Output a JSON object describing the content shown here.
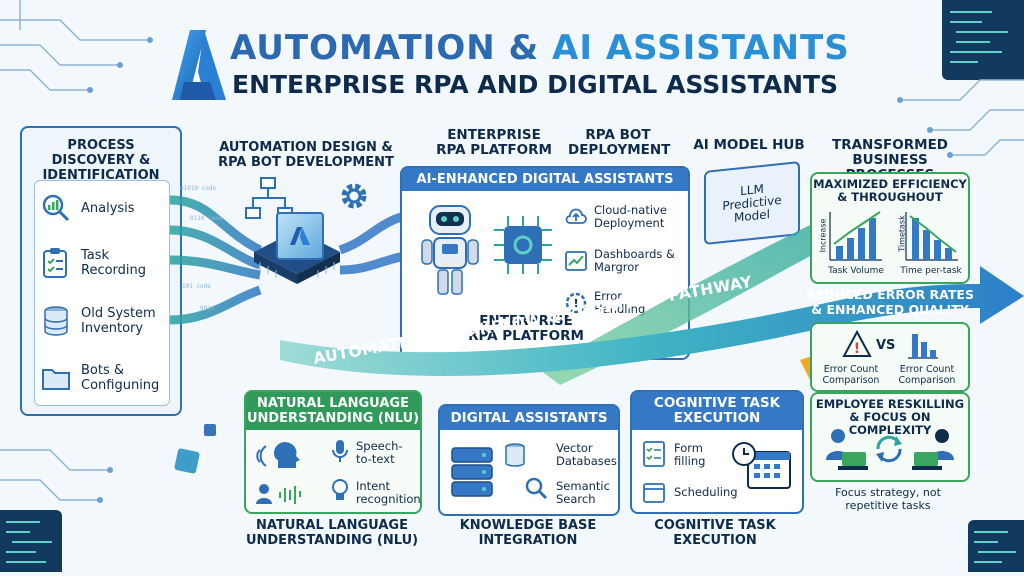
{
  "header": {
    "title_part1": "AUTOMATION & ",
    "title_part2": "AI ASSISTANTS",
    "subtitle": "ENTERPRISE RPA AND DIGITAL ASSISTANTS"
  },
  "process_discovery": {
    "title": "PROCESS DISCOVERY & IDENTIFICATION",
    "items": [
      "Analysis",
      "Task Recording",
      "Old System Inventory",
      "Bots & Configuning"
    ]
  },
  "stage_labels": {
    "automation_design": "AUTOMATION DESIGN & RPA BOT DEVELOPMENT",
    "enterprise_rpa_platform": "ENTERPRISE RPA PLATFORM",
    "rpa_bot_deployment": "RPA BOT DEPLOYMENT",
    "ai_model_hub": "AI MODEL HUB",
    "transformed_business": "TRANSFORMED BUSINESS PROCESSES"
  },
  "ai_assistants_panel": {
    "title": "AI-ENHANCED DIGITAL ASSISTANTS",
    "items": [
      "Cloud-native Deployment",
      "Dashboards & Margror",
      "Error Handling"
    ],
    "footer": "ENTERPRISE RPA PLATFORM"
  },
  "model_hub": {
    "label": "LLM Predictive Model"
  },
  "pathway": {
    "label": "AUTOMATION WORKFLOW & COGNITIVE PATHWAY"
  },
  "transformed": {
    "efficiency_title": "MAXIMIZED EFFICIENCY & THROUGHOUT",
    "chart1_axis": "Increase",
    "chart1_label": "Task Volume",
    "chart2_axis": "Timetask",
    "chart2_label": "Time per-task",
    "error_title": "REDUCED ERROR RATES & ENHANCED QUALITY",
    "vs": "VS",
    "error_left": "Error Count Comparison",
    "error_right": "Error Count Comparison",
    "reskill_title": "EMPLOYEE RESKILLING & FOCUS ON COMPLEXITY",
    "reskill_caption": "Focus strategy, not repetitive tasks"
  },
  "nlu_panel": {
    "title": "NATURAL LANGUAGE UNDERSTANDING (NLU)",
    "items": [
      "Speech-to-text",
      "Intent recognition"
    ],
    "footer": "NATURAL LANGUAGE UNDERSTANDING (NLU)"
  },
  "digital_assistants_panel": {
    "title": "DIGITAL ASSISTANTS",
    "items": [
      "Vector Databases",
      "Semantic Search"
    ],
    "footer": "KNOWLEDGE BASE INTEGRATION"
  },
  "cognitive_panel": {
    "title": "COGNITIVE TASK EXECUTION",
    "items": [
      "Form filling",
      "Scheduling"
    ],
    "footer": "COGNITIVE TASK EXECUTION"
  },
  "colors": {
    "primary_blue": "#2f6fb5",
    "green": "#3aa55e",
    "teal": "#2aa6a0",
    "orange": "#f5a623",
    "navy": "#0f2b4c"
  }
}
